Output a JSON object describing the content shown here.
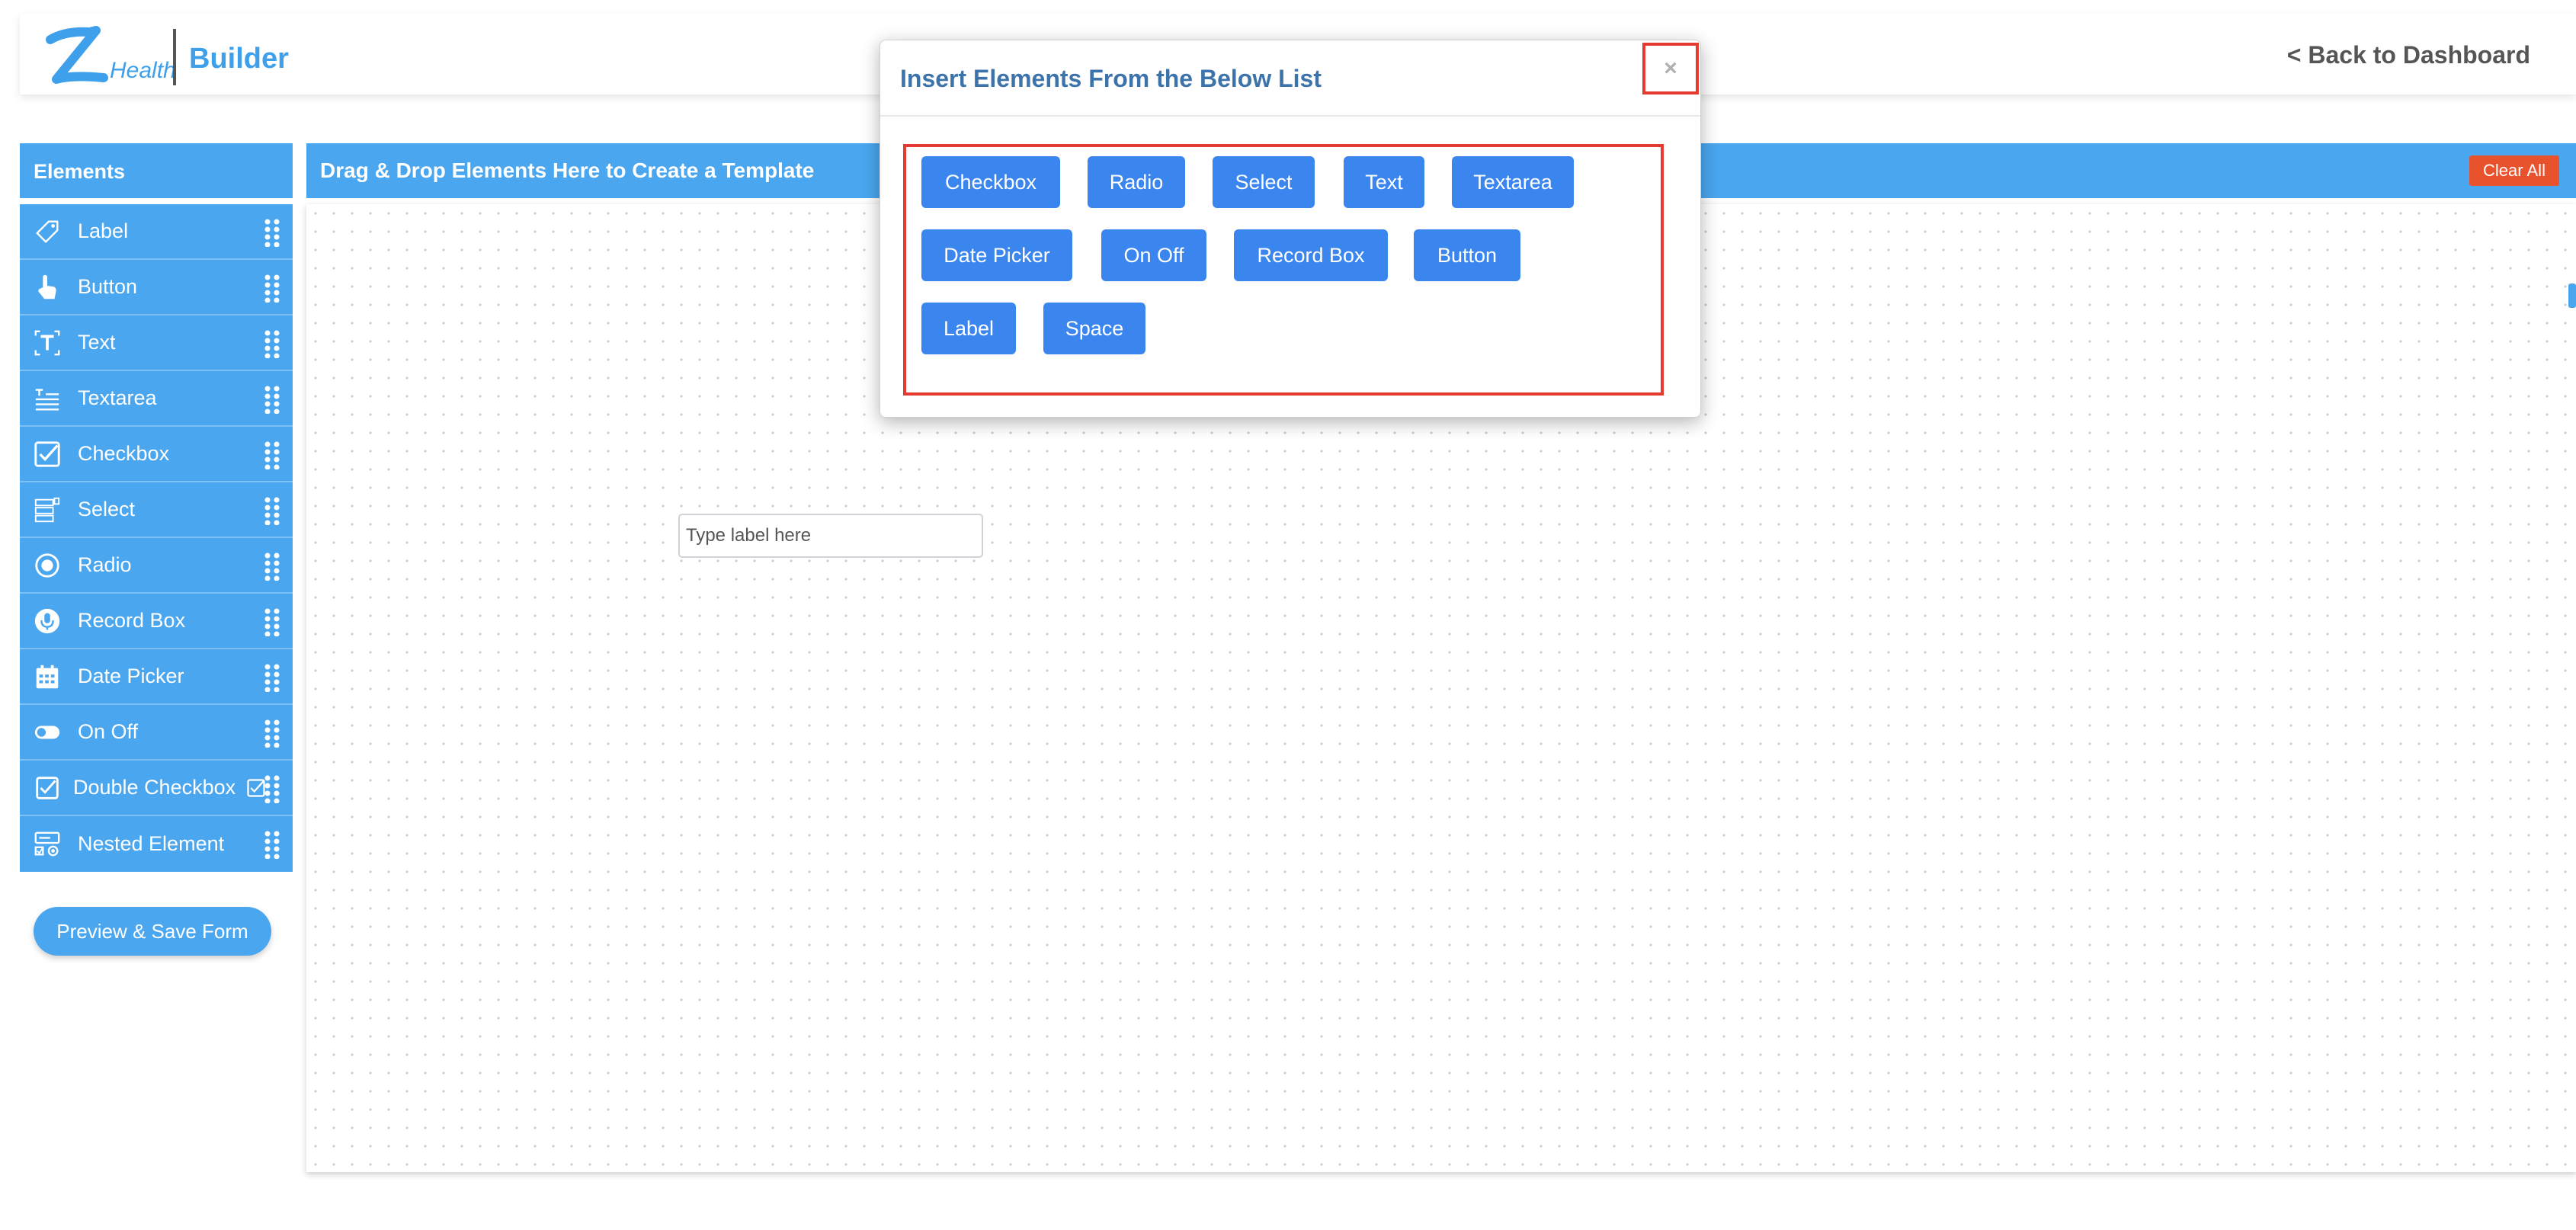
{
  "header": {
    "logo_text": "Health",
    "builder_title": "Builder",
    "back_link": "< Back to Dashboard"
  },
  "sidebar": {
    "title": "Elements",
    "items": [
      {
        "label": "Label",
        "icon": "tag-icon"
      },
      {
        "label": "Button",
        "icon": "pointer-hand-icon"
      },
      {
        "label": "Text",
        "icon": "text-icon"
      },
      {
        "label": "Textarea",
        "icon": "textarea-icon"
      },
      {
        "label": "Checkbox",
        "icon": "checkbox-icon"
      },
      {
        "label": "Select",
        "icon": "select-list-icon"
      },
      {
        "label": "Radio",
        "icon": "radio-icon"
      },
      {
        "label": "Record Box",
        "icon": "microphone-icon"
      },
      {
        "label": "Date Picker",
        "icon": "calendar-icon"
      },
      {
        "label": "On Off",
        "icon": "toggle-icon"
      },
      {
        "label": "Double Checkbox",
        "icon": "checkbox-icon"
      },
      {
        "label": "Nested Element",
        "icon": "nested-element-icon"
      }
    ],
    "preview_button": "Preview & Save Form"
  },
  "canvas": {
    "title": "Drag & Drop Elements Here to Create a Template",
    "clear_all": "Clear All",
    "label_placeholder": "Type label here"
  },
  "modal": {
    "title": "Insert Elements From the Below List",
    "close": "×",
    "buttons": [
      "Checkbox",
      "Radio",
      "Select",
      "Text",
      "Textarea",
      "Date Picker",
      "On Off",
      "Record Box",
      "Button",
      "Label",
      "Space"
    ]
  },
  "colors": {
    "primary_blue": "#4aa6ef",
    "button_blue": "#3b86ee",
    "danger_red": "#e8532e",
    "highlight_red": "#e53a2f",
    "title_blue": "#3d73ab"
  }
}
